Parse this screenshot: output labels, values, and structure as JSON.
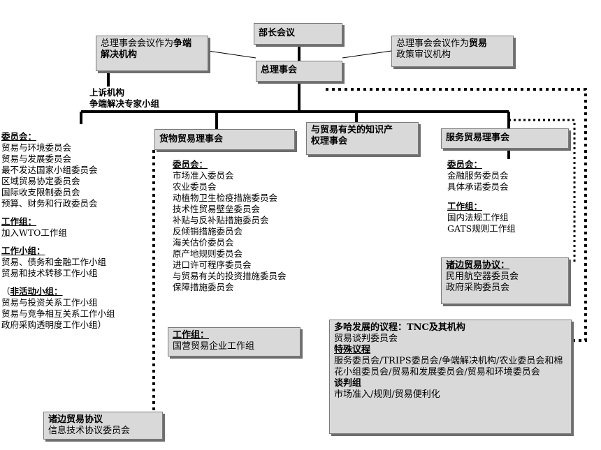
{
  "ministerial": "部长会议",
  "general_council": "总理事会",
  "dsb": {
    "prefix": "总理事会会议作为",
    "bold1": "争端",
    "bold2": "解决机构"
  },
  "tprb": {
    "prefix": "总理事会会议作为",
    "bold1": "贸易",
    "bold2": "政策审议机构"
  },
  "appellate": [
    "上诉机构",
    "争端解决专家小组"
  ],
  "goods_council": "货物贸易理事会",
  "trips_council": [
    "与贸易有关的知识产",
    "权理事会"
  ],
  "services_council": "服务贸易理事会",
  "left_column": {
    "committees_heading": "委员会：",
    "committees": [
      "贸易与环境委员会",
      "贸易与发展委员会",
      "最不发达国家小组委员会",
      "区域贸易协定委员会",
      "国际收支限制委员会",
      "预算、财务和行政委员会"
    ],
    "wp_heading": "工作组：",
    "wps": [
      "加入WTO工作组"
    ],
    "wg_heading": "工作小组：",
    "wgs": [
      "贸易、债务和金融工作小组",
      "贸易和技术转移工作小组"
    ],
    "inactive_prefix": "（",
    "inactive_heading": "非活动小组：",
    "inactive": [
      "贸易与投资关系工作小组",
      "贸易与竞争相互关系工作小组",
      "政府采购透明度工作小组）"
    ]
  },
  "goods_column": {
    "committees_heading": "委员会：",
    "committees": [
      "市场准入委员会",
      "农业委员会",
      "动植物卫生检疫措施委员会",
      "技术性贸易壁垒委员会",
      "补贴与反补贴措施委员会",
      "反倾销措施委员会",
      "海关估价委员会",
      "原产地规则委员会",
      "进口许可程序委员会",
      "与贸易有关的投资措施委员会",
      "保障措施委员会"
    ],
    "wp_heading": "工作组：",
    "wps": [
      "国营贸易企业工作组"
    ]
  },
  "plurilateral_goods": {
    "title": "诸边贸易协议",
    "items": [
      "信息技术协议委员会"
    ]
  },
  "services_column": {
    "committees_heading": "委员会：",
    "committees": [
      "金融服务委员会",
      "具体承诺委员会"
    ],
    "wp_heading": "工作组：",
    "wps": [
      "国内法规工作组",
      "GATS规则工作组"
    ]
  },
  "plurilateral_services": {
    "title": "诸边贸易协议：",
    "items": [
      "民用航空器委员会",
      "政府采购委员会"
    ]
  },
  "doha": {
    "title": "多哈发展的议程：TNC及其机构",
    "tnc": "贸易谈判委员会",
    "special_heading": "特殊议程",
    "special_text": "服务委员会/TRIPS委员会/争端解决机构/农业委员会和棉花小组委员会/贸易和发展委员会/贸易和环境委员会",
    "neg_heading": "谈判组",
    "neg_text": "市场准入/规则/贸易便利化"
  }
}
